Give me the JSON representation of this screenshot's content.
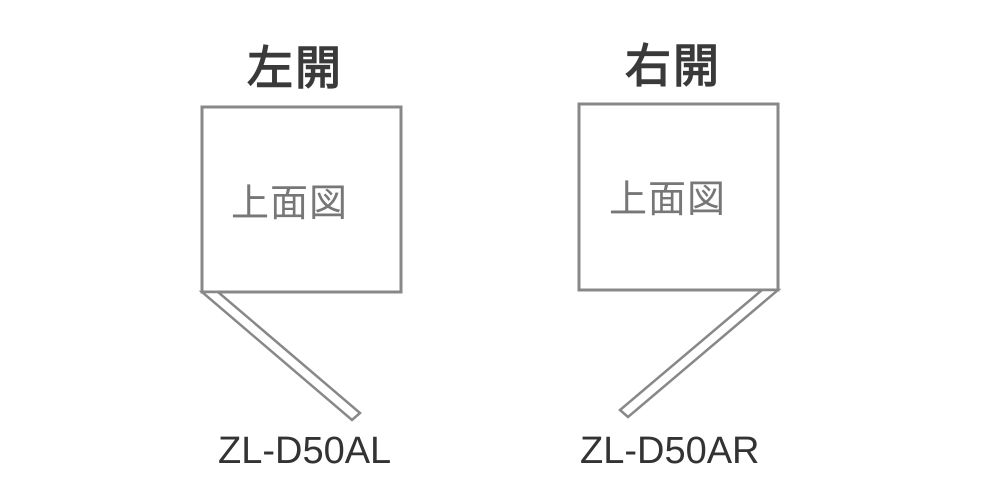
{
  "left": {
    "title": "左開",
    "box_label": "上面図",
    "model": "ZL-D50AL"
  },
  "right": {
    "title": "右開",
    "box_label": "上面図",
    "model": "ZL-D50AR"
  },
  "colors": {
    "stroke": "#888888",
    "text": "#333333"
  }
}
